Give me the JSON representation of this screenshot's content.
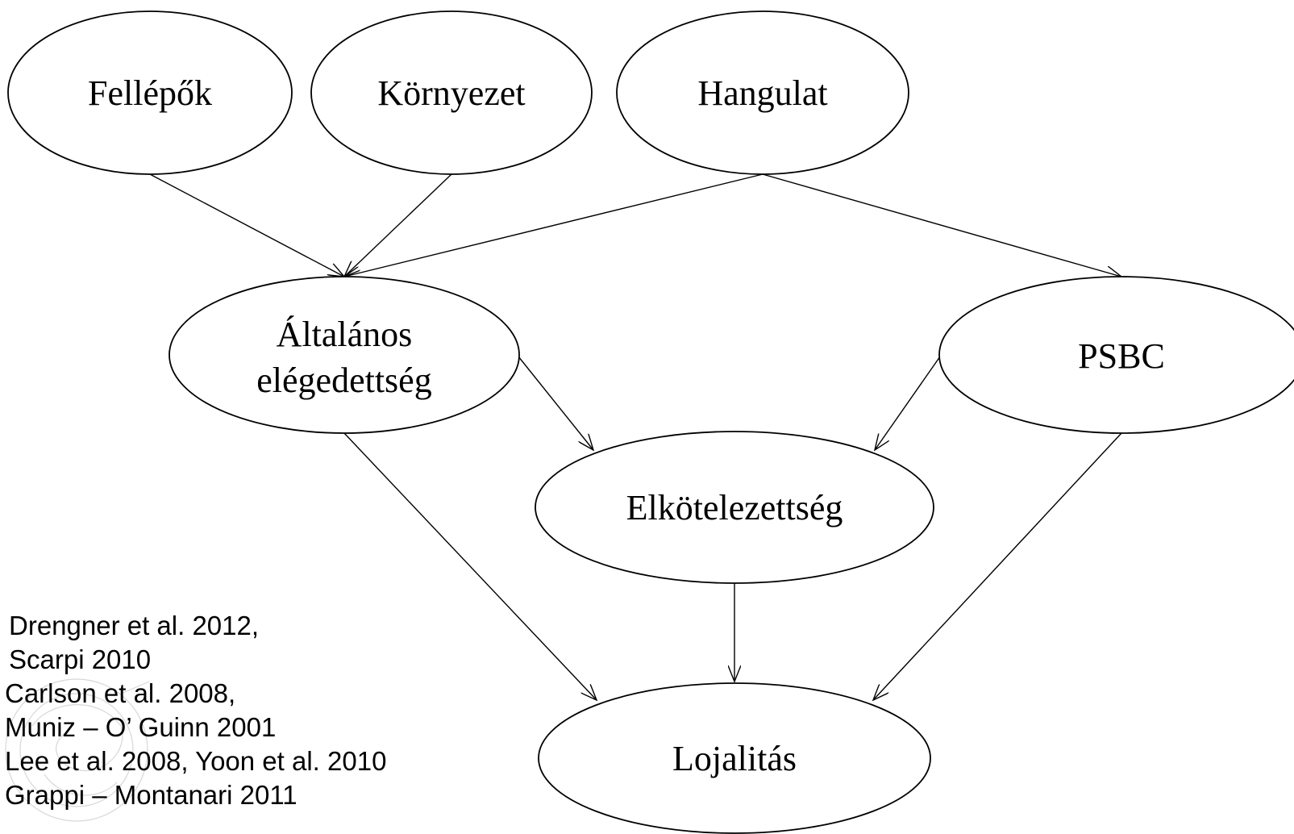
{
  "nodes": {
    "fellepok": {
      "label": "Fellépők"
    },
    "kornyezet": {
      "label": "Környezet"
    },
    "hangulat": {
      "label": "Hangulat"
    },
    "altalanos": {
      "label_line1": "Általános",
      "label_line2": "elégedettség"
    },
    "psbc": {
      "label": "PSBC"
    },
    "elkotelezettseg": {
      "label": "Elkötelezettség"
    },
    "lojalitas": {
      "label": "Lojalitás"
    }
  },
  "edges": [
    {
      "from": "Fellépők",
      "to": "Általános elégedettség"
    },
    {
      "from": "Környezet",
      "to": "Általános elégedettség"
    },
    {
      "from": "Hangulat",
      "to": "Általános elégedettség"
    },
    {
      "from": "Hangulat",
      "to": "PSBC"
    },
    {
      "from": "Általános elégedettség",
      "to": "Elkötelezettség"
    },
    {
      "from": "PSBC",
      "to": "Elkötelezettség"
    },
    {
      "from": "Általános elégedettség",
      "to": "Lojalitás"
    },
    {
      "from": "Elkötelezettség",
      "to": "Lojalitás"
    },
    {
      "from": "PSBC",
      "to": "Lojalitás"
    }
  ],
  "references": {
    "first": [
      "Drengner et al. 2012,",
      "Scarpi 2010"
    ],
    "second": [
      "Carlson et al. 2008,",
      "Muniz – O’ Guinn 2001",
      "Lee et al. 2008, Yoon et al. 2010",
      "Grappi – Montanari 2011"
    ]
  },
  "colors": {
    "line": "#000000",
    "background": "#ffffff",
    "watermark": "#b8b8b8"
  }
}
